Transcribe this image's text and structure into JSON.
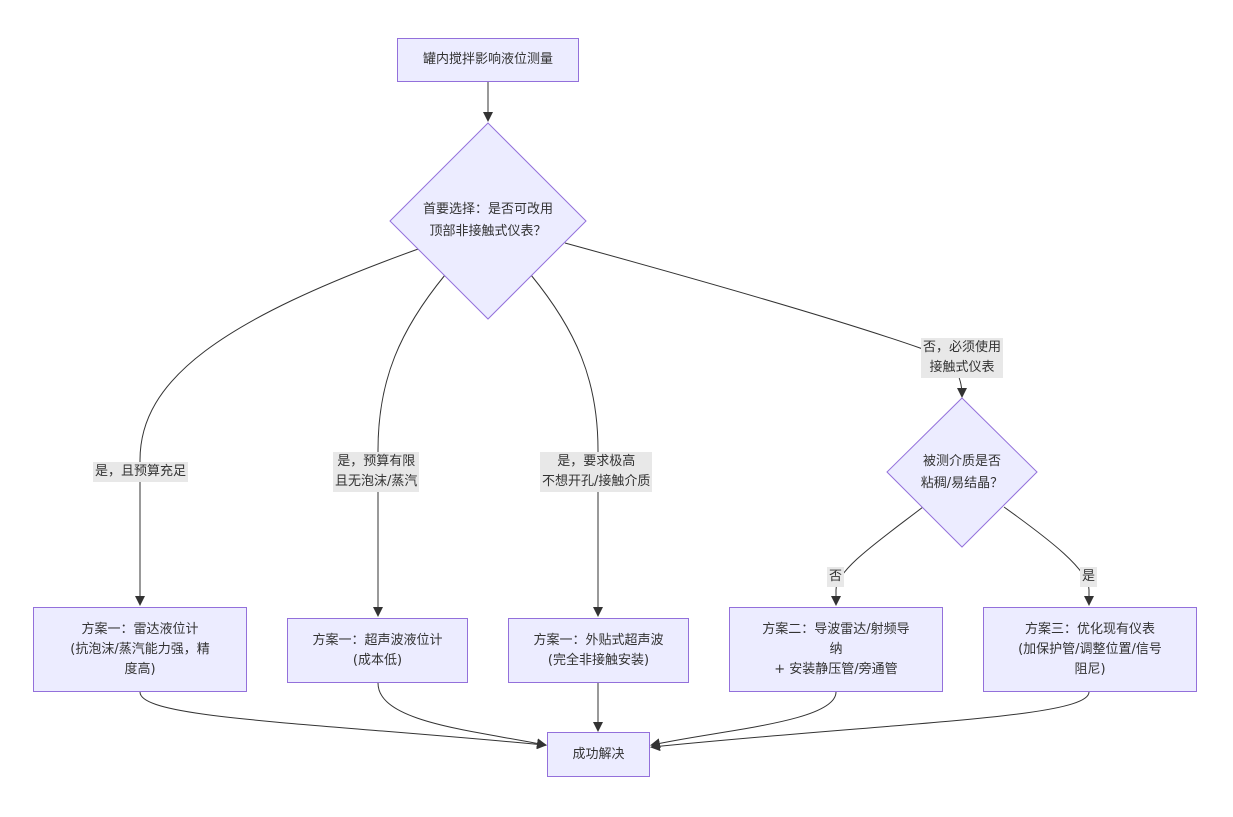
{
  "colors": {
    "node_fill": "#ececff",
    "node_stroke": "#9370db",
    "edge": "#333333",
    "edge_label_bg": "#e8e8e8"
  },
  "nodes": {
    "start": {
      "lines": [
        "罐内搅拌影响液位测量"
      ]
    },
    "decision_top": {
      "lines": [
        "首要选择：是否可改用",
        "顶部非接触式仪表？"
      ]
    },
    "decision_medium": {
      "lines": [
        "被测介质是否",
        "粘稠/易结晶？"
      ]
    },
    "plan_radar": {
      "lines": [
        "方案一：雷达液位计",
        "(抗泡沫/蒸汽能力强，精",
        "度高)"
      ]
    },
    "plan_ultrasonic": {
      "lines": [
        "方案一：超声波液位计",
        "(成本低)"
      ]
    },
    "plan_external": {
      "lines": [
        "方案一：外贴式超声波",
        "(完全非接触安装)"
      ]
    },
    "plan_guided": {
      "lines": [
        "方案二：导波雷达/射频导",
        "纳",
        "+ 安装静压管/旁通管"
      ]
    },
    "plan_optimize": {
      "lines": [
        "方案三：优化现有仪表",
        "(加保护管/调整位置/信号",
        "阻尼)"
      ]
    },
    "end": {
      "lines": [
        "成功解决"
      ]
    }
  },
  "edge_labels": {
    "yes_budget": [
      "是，且预算充足"
    ],
    "yes_limited": [
      "是，预算有限",
      "且无泡沫/蒸汽"
    ],
    "yes_high": [
      "是，要求极高",
      "不想开孔/接触介质"
    ],
    "no_contact": [
      "否，必须使用",
      "接触式仪表"
    ],
    "no": [
      "否"
    ],
    "yes": [
      "是"
    ]
  }
}
